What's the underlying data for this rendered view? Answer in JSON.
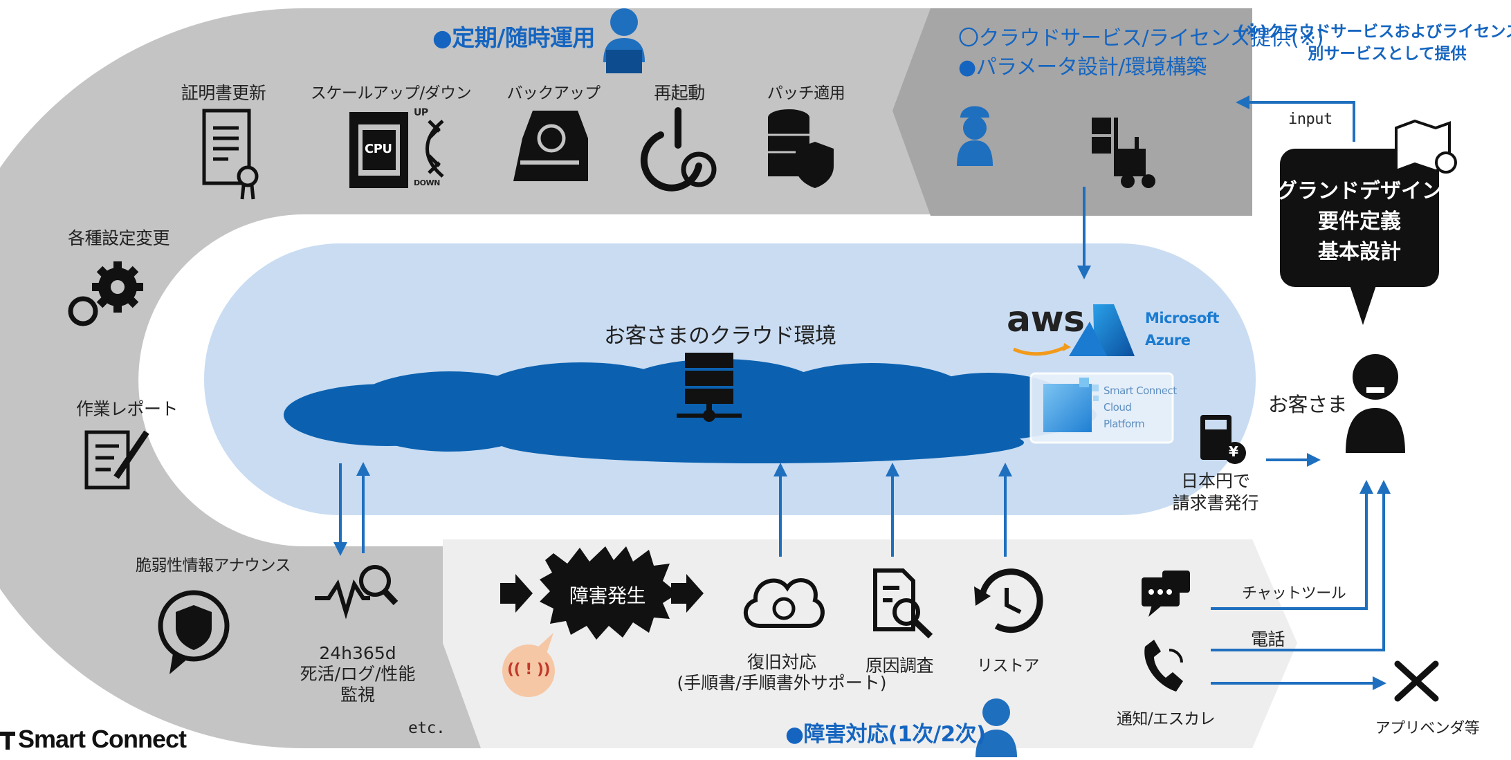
{
  "regular_ops": {
    "heading": "●定期/随時運用",
    "items": [
      "証明書更新",
      "スケールアップ/ダウン",
      "バックアップ",
      "再起動",
      "パッチ適用"
    ],
    "cpu_up": "UP",
    "cpu_down": "DOWN",
    "cpu_text": "CPU"
  },
  "left_items": {
    "settings": "各種設定変更",
    "report": "作業レポート",
    "vuln": "脆弱性情報アナウンス"
  },
  "cloud_service": {
    "line1": "〇クラウドサービス/ライセンス提供(※)",
    "line2": "●パラメータ設計/環境構築",
    "note_line1": "(※)クラウドサービスおよびライセンスは",
    "note_line2": "別サービスとして提供",
    "input_label": "input"
  },
  "grand_design": {
    "line1": "グランドデザイン",
    "line2": "要件定義",
    "line3": "基本設計"
  },
  "cloud_env": {
    "title": "お客さまのクラウド環境",
    "aws": "aws",
    "ms_line1": "Microsoft",
    "ms_line2": "Azure",
    "scp_line1": "Smart Connect",
    "scp_line2": "Cloud",
    "scp_line3": "Platform"
  },
  "customer": {
    "label": "お客さま",
    "billing_line1": "日本円で",
    "billing_line2": "請求書発行",
    "yen": "¥"
  },
  "incident": {
    "heading": "●障害対応(1次/2次)",
    "burst": "障害発生",
    "monitor_line1": "24h365d",
    "monitor_line2": "死活/ログ/性能",
    "monitor_line3": "監視",
    "etc": "etc.",
    "recovery_line1": "復旧対応",
    "recovery_line2": "(手順書/手順書外サポート)",
    "cause": "原因調査",
    "restore": "リストア",
    "alert_glyph": "(( ! ))"
  },
  "channels": {
    "chat": "チャットツール",
    "phone": "電話",
    "notify": "通知/エスカレ",
    "vendor": "アプリベンダ等"
  },
  "brand": {
    "logo": "Smart Connect"
  },
  "colors": {
    "arrow_blue": "#1f6fbf",
    "heading_blue": "#1565c0",
    "cloud_dark": "#0b61b0",
    "band_bg": "#c9dcf2",
    "track_gray": "#c4c4c4"
  }
}
